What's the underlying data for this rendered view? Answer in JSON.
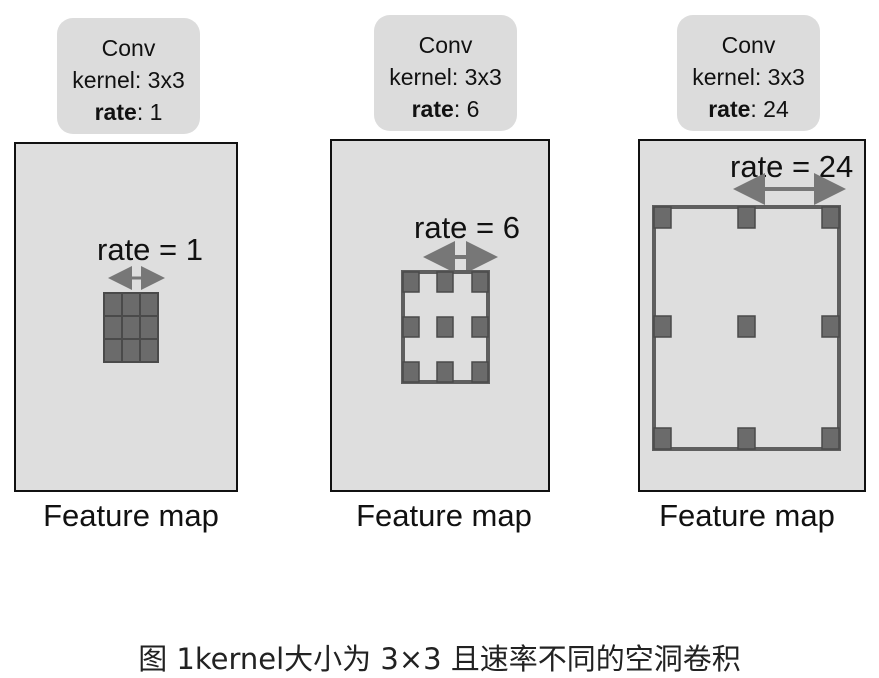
{
  "panels": [
    {
      "conv_title": "Conv",
      "kernel": "kernel: 3x3",
      "rate_key": "rate",
      "rate_val": ": 1",
      "rate_label": "rate = 1",
      "caption": "Feature map"
    },
    {
      "conv_title": "Conv",
      "kernel": "kernel: 3x3",
      "rate_key": "rate",
      "rate_val": ": 6",
      "rate_label": "rate = 6",
      "caption": "Feature map"
    },
    {
      "conv_title": "Conv",
      "kernel": "kernel: 3x3",
      "rate_key": "rate",
      "rate_val": ": 24",
      "rate_label": "rate = 24",
      "caption": "Feature map"
    }
  ],
  "figure_caption": "图 1kernel大小为 3×3 且速率不同的空洞卷积",
  "colors": {
    "cell": "#6b6b6b",
    "cell_border": "#4a4a4a",
    "panel_bg": "#dedede",
    "bubble_bg": "#dcdcdc"
  }
}
